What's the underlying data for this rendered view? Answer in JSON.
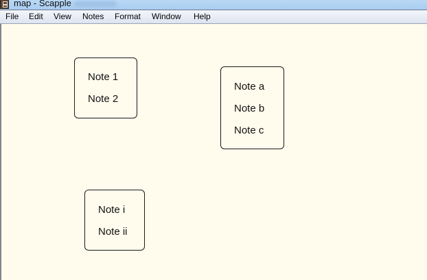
{
  "window": {
    "title": "map - Scapple",
    "icon": "scapple-app-icon"
  },
  "menubar": {
    "items": [
      {
        "label": "File"
      },
      {
        "label": "Edit"
      },
      {
        "label": "View"
      },
      {
        "label": "Notes"
      },
      {
        "label": "Format"
      },
      {
        "label": "Window"
      },
      {
        "label": "Help"
      }
    ]
  },
  "canvas": {
    "background": "#fffbed",
    "notes": [
      {
        "lines": [
          "Note 1",
          "Note 2"
        ]
      },
      {
        "lines": [
          "Note a",
          "Note b",
          "Note c"
        ]
      },
      {
        "lines": [
          "Note i",
          "Note ii"
        ]
      }
    ]
  }
}
